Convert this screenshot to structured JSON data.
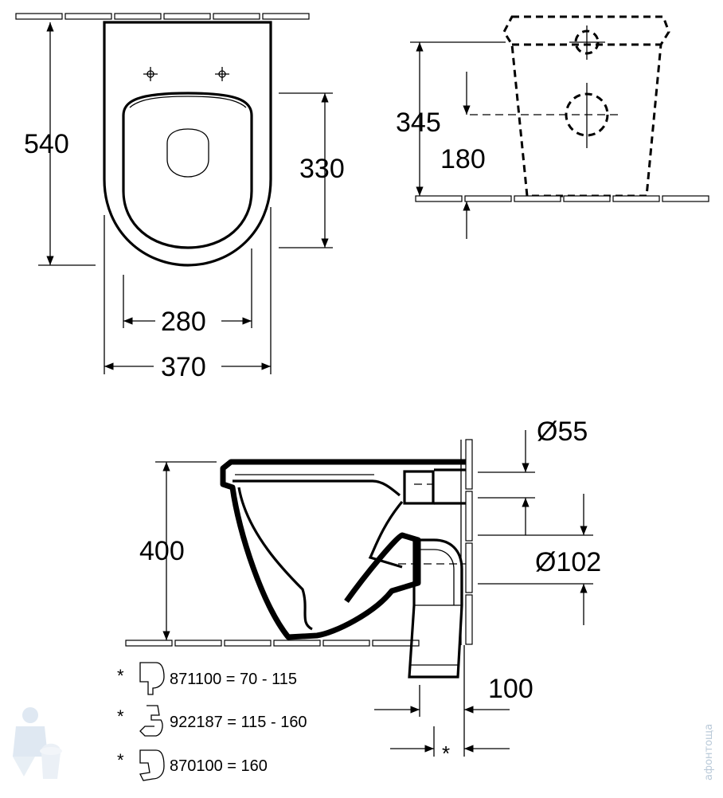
{
  "top_view": {
    "depth_label": "540",
    "seat_depth_label": "330",
    "inner_width_label": "280",
    "outer_width_label": "370"
  },
  "rear_view": {
    "inlet_height_label": "345",
    "outlet_height_label": "180"
  },
  "side_view": {
    "height_label": "400",
    "inlet_diameter_label": "Ø55",
    "outlet_diameter_label": "Ø102",
    "offset_label": "100",
    "asterisk_label": "*"
  },
  "legend": {
    "items": [
      {
        "marker": "*",
        "text": "871100 = 70 - 115",
        "icon": "pipe-elbow-short-icon"
      },
      {
        "marker": "*",
        "text": "922187 = 115 - 160",
        "icon": "pipe-elbow-offset-icon"
      },
      {
        "marker": "*",
        "text": "870100 = 160",
        "icon": "pipe-elbow-long-icon"
      }
    ]
  },
  "watermark": {
    "text": "афонтоща"
  }
}
